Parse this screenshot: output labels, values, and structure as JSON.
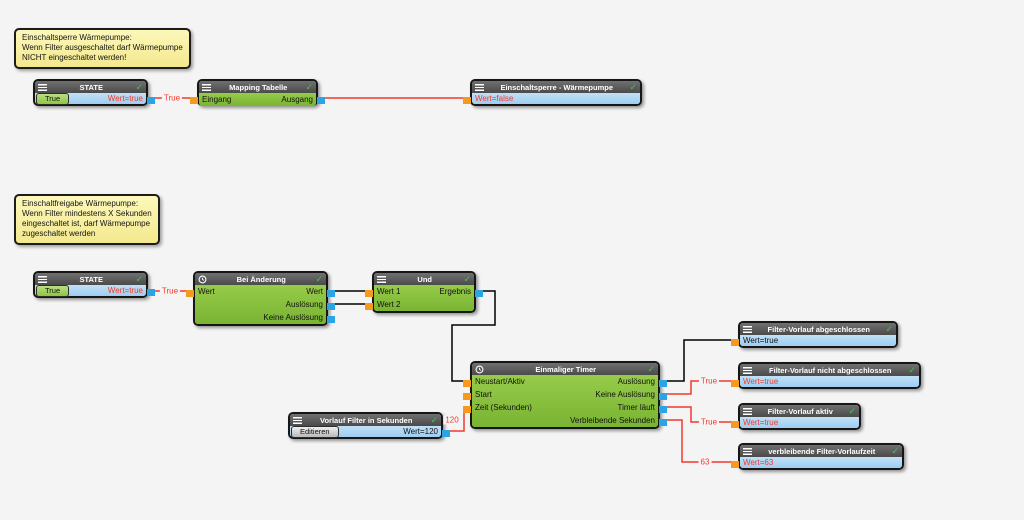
{
  "colors": {
    "background": "#f4f4f4",
    "wire_red": "#f2392c",
    "wire_black": "#000000",
    "input_port": "#f6991f",
    "output_port": "#2aa4e4",
    "node_green": "#84c23e",
    "node_blue": "#a6d3f3",
    "header_gray": "#565656",
    "note_yellow": "#f9f0a2",
    "check_green": "#2fd145",
    "value_red": "#f2392c"
  },
  "notes": {
    "sperre": {
      "lines": [
        "Einschaltsperre Wärmepumpe:",
        "Wenn Filter ausgeschaltet darf Wärmepumpe",
        "NICHT eingeschaltet werden!"
      ]
    },
    "freigabe": {
      "lines": [
        "Einschaltfreigabe Wärmepumpe:",
        "Wenn Filter mindestens X Sekunden",
        "eingeschaltet ist, darf Wärmepumpe",
        "zugeschaltet werden"
      ]
    }
  },
  "nodes": {
    "state1": {
      "title": "STATE",
      "button": "True",
      "value": "Wert=true"
    },
    "mapping": {
      "title": "Mapping Tabelle",
      "input": "Eingang",
      "output": "Ausgang"
    },
    "sperre_out": {
      "title": "Einschaltsperre - Wärmepumpe",
      "value": "Wert=false"
    },
    "state2": {
      "title": "STATE",
      "button": "True",
      "value": "Wert=true"
    },
    "bei_aenderung": {
      "title": "Bei Änderung",
      "input": "Wert",
      "outputs": [
        "Wert",
        "Auslösung",
        "Keine Auslösung"
      ]
    },
    "und": {
      "title": "Und",
      "inputs": [
        "Wert 1",
        "Wert 2"
      ],
      "output": "Ergebnis"
    },
    "timer": {
      "title": "Einmaliger Timer",
      "inputs": [
        "Neustart/Aktiv",
        "Start",
        "Zeit (Sekunden)"
      ],
      "outputs": [
        "Auslösung",
        "Keine Auslösung",
        "Timer läuft",
        "Verbleibende Sekunden"
      ]
    },
    "vorlauf": {
      "title": "Vorlauf Filter in Sekunden",
      "button": "Editieren",
      "value": "Wert=120"
    },
    "out_abgeschlossen": {
      "title": "Filter-Vorlauf abgeschlossen",
      "value": "Wert=true"
    },
    "out_nicht_abgeschlossen": {
      "title": "Filter-Vorlauf nicht abgeschlossen",
      "value": "Wert=true"
    },
    "out_aktiv": {
      "title": "Filter-Vorlauf aktiv",
      "value": "Wert=true"
    },
    "out_restzeit": {
      "title": "verbleibende Filter-Vorlaufzeit",
      "value": "Wert=63"
    }
  },
  "wire_labels": {
    "state1_out": "True",
    "state2_out": "True",
    "zeit": "120",
    "keine_ausloesung": "True",
    "timer_laeuft": "True",
    "verbleibend": "63"
  }
}
